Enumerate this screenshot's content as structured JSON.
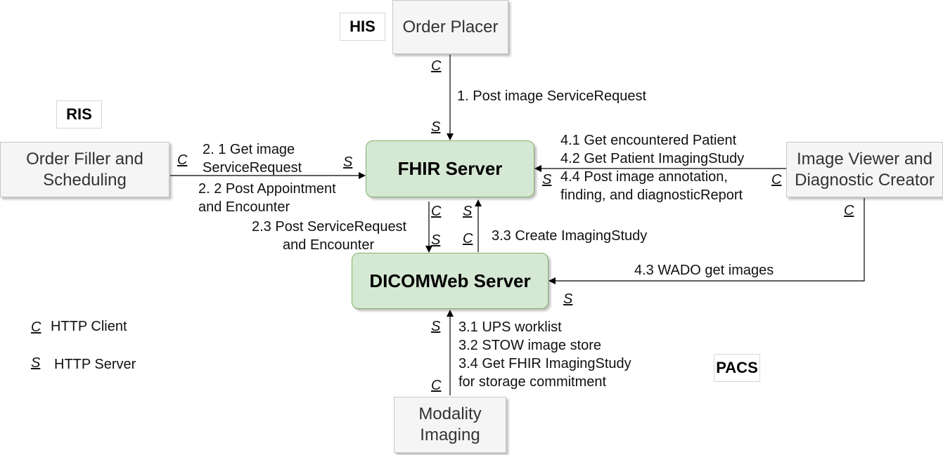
{
  "nodes": {
    "his": "HIS",
    "ris": "RIS",
    "pacs": "PACS",
    "order_placer": "Order Placer",
    "order_filler": [
      "Order Filler and",
      "Scheduling"
    ],
    "fhir_server": "FHIR Server",
    "dicomweb_server": "DICOMWeb Server",
    "image_viewer": [
      "Image Viewer and",
      "Diagnostic Creator"
    ],
    "modality": [
      "Modality",
      "Imaging"
    ]
  },
  "role_marks": {
    "client": "C",
    "server": "S"
  },
  "edges": {
    "e1": [
      "1. Post image ServiceRequest"
    ],
    "e21": [
      "2. 1  Get image",
      "ServiceRequest"
    ],
    "e22": [
      "2. 2 Post Appointment",
      "and Encounter"
    ],
    "e23": [
      "2.3 Post ServiceRequest",
      "and Encounter"
    ],
    "e33": [
      "3.3 Create ImagingStudy"
    ],
    "e4": [
      "4.1 Get encountered Patient",
      "4.2 Get Patient ImagingStudy",
      "4.4 Post image annotation,",
      "finding, and diagnosticReport"
    ],
    "e43": [
      "4.3 WADO get images"
    ],
    "e3": [
      "3.1 UPS worklist",
      "3.2 STOW image store",
      "3.4 Get FHIR ImagingStudy",
      "for storage commitment"
    ]
  },
  "legend": {
    "client_mark": "C",
    "client_label": "HTTP Client",
    "server_mark": "S",
    "server_label": "HTTP Server"
  }
}
